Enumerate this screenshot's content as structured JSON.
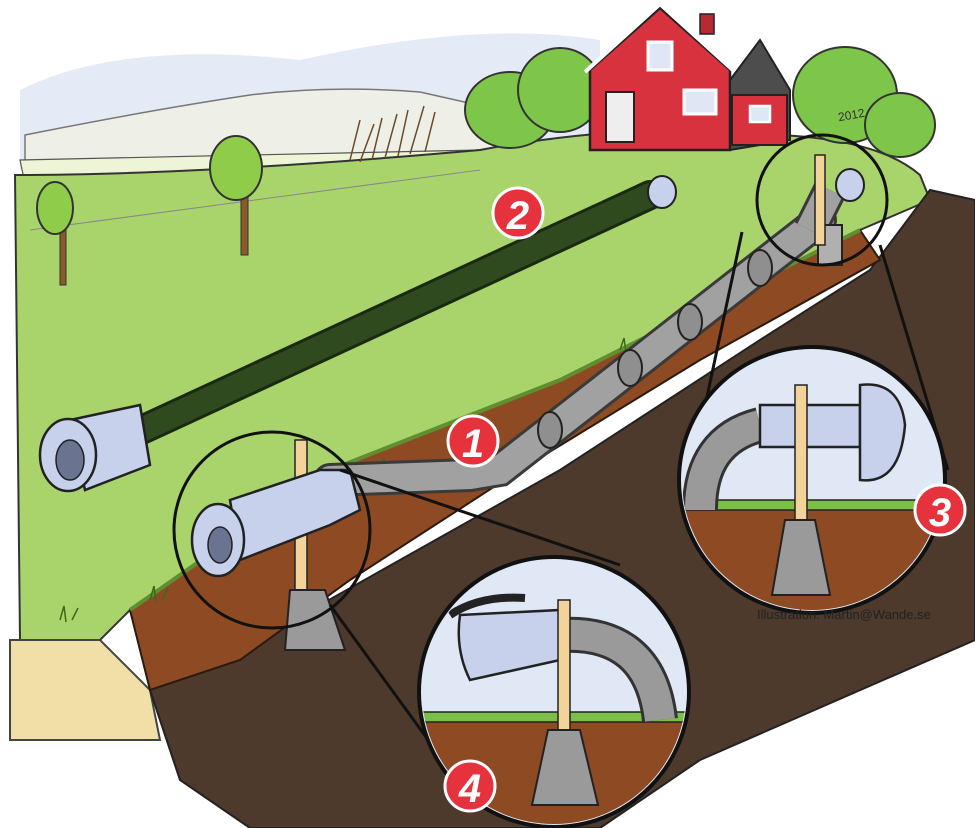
{
  "labels": {
    "one": "1",
    "two": "2",
    "three": "3",
    "four": "4"
  },
  "credit": "Illustration: Martin@Wande.se",
  "signature": "2012",
  "colors": {
    "badge": "#e6323c",
    "grass": "#a8d46a",
    "soil": "#8a4a22",
    "pipe_grey": "#9a9a9a",
    "hose_green": "#2f4a1f",
    "coupling": "#c7d1ec",
    "house_red": "#d8323f",
    "sky": "#dde6f4"
  }
}
